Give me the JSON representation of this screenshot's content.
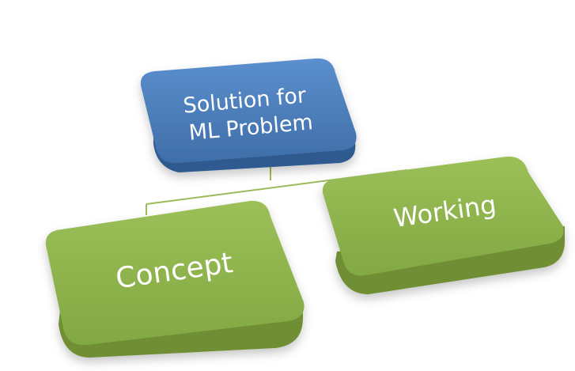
{
  "diagram": {
    "root": {
      "line1": "Solution for",
      "line2": "ML Problem",
      "color": "#4a7ebb"
    },
    "children": [
      {
        "label": "Concept",
        "color": "#8cb04a"
      },
      {
        "label": "Working",
        "color": "#8cb04a"
      }
    ],
    "connector_color": "#9bbb59"
  }
}
